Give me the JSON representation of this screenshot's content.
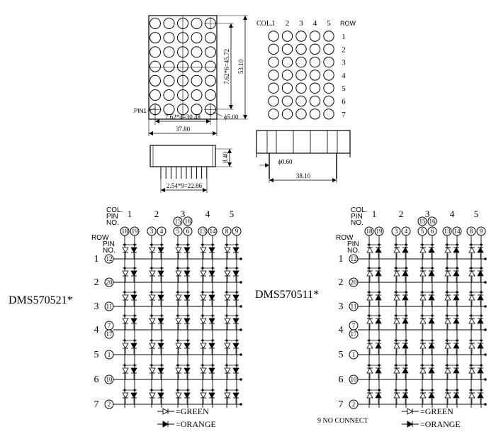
{
  "top": {
    "front_width_dim": "7.62*4=30.48",
    "front_height_dim": "7.62*6=45.72",
    "overall_height_dim": "53.10",
    "overall_width_dim": "37.80",
    "dot_diameter_dim": "ϕ5.00",
    "pin1_label": "PIN1",
    "side_height_dim": "8.40",
    "pin_pitch_dim": "2.54*9=22.86",
    "pin_diameter_dim": "ϕ0.60",
    "side_width_dim": "38.10",
    "col_label": "COL.",
    "row_label": "ROW",
    "col_numbers": [
      "1",
      "2",
      "3",
      "4",
      "5"
    ],
    "row_numbers": [
      "1",
      "2",
      "3",
      "4",
      "5",
      "6",
      "7"
    ]
  },
  "schematics": [
    {
      "part_number": "DMS570521*",
      "col_header": "COL.",
      "pin_header": "PIN",
      "no_header": "NO.",
      "row_header": "ROW",
      "col_numbers": [
        "1",
        "2",
        "3",
        "4",
        "5"
      ],
      "col_pins": [
        [
          "18",
          "19"
        ],
        [
          "3",
          "4"
        ],
        [
          "5",
          "6"
        ],
        [
          "13",
          "14"
        ],
        [
          "8",
          "9"
        ]
      ],
      "col_extra_pins": [
        "15",
        "16"
      ],
      "row_numbers": [
        "1",
        "2",
        "3",
        "4",
        "5",
        "6",
        "7"
      ],
      "row_pins": [
        [
          "12"
        ],
        [
          "20"
        ],
        [
          "11"
        ],
        [
          "7",
          "17"
        ],
        [
          "1"
        ],
        [
          "10"
        ],
        [
          "2"
        ]
      ],
      "legend_green": "=GREEN",
      "legend_orange": "=ORANGE",
      "note": ""
    },
    {
      "part_number": "DMS570511*",
      "col_header": "COL.",
      "pin_header": "PIN",
      "no_header": "NO.",
      "row_header": "ROW",
      "col_numbers": [
        "1",
        "2",
        "3",
        "4",
        "5"
      ],
      "col_pins": [
        [
          "18",
          "19"
        ],
        [
          "3",
          "4"
        ],
        [
          "5",
          "6"
        ],
        [
          "13",
          "14"
        ],
        [
          "8",
          "9"
        ]
      ],
      "col_extra_pins": [
        "15",
        "16"
      ],
      "row_numbers": [
        "1",
        "2",
        "3",
        "4",
        "5",
        "6",
        "7"
      ],
      "row_pins": [
        [
          "12"
        ],
        [
          "20"
        ],
        [
          "11"
        ],
        [
          "7",
          "17"
        ],
        [
          "1"
        ],
        [
          "10"
        ],
        [
          "2"
        ]
      ],
      "legend_green": "=GREEN",
      "legend_orange": "=ORANGE",
      "note": "9 NO CONNECT"
    }
  ]
}
